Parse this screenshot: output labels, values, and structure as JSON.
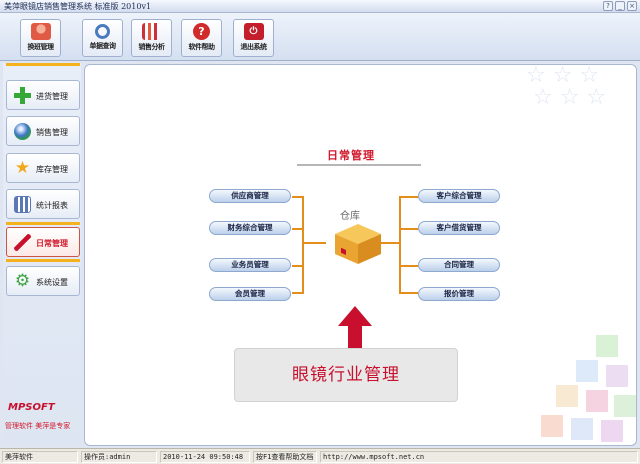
{
  "window": {
    "title": "美萍眼镜店销售管理系统  标准版  2010v1",
    "controls": [
      "?",
      "_",
      "×"
    ]
  },
  "toolbar": {
    "items": [
      {
        "label": "换班管理",
        "icon": "user-switch-icon",
        "color": "#e05a45"
      },
      {
        "label": "单据查询",
        "icon": "magnifier-icon",
        "color": "#4b7bbf"
      },
      {
        "label": "销售分析",
        "icon": "bar-chart-icon",
        "color": "#cf2f3a"
      },
      {
        "label": "软件帮助",
        "icon": "help-icon",
        "color": "#d02a2a"
      },
      {
        "label": "退出系统",
        "icon": "exit-icon",
        "color": "#c41d2b"
      }
    ]
  },
  "sidebar": {
    "items": [
      {
        "label": "进货管理",
        "icon": "plus-icon",
        "color": "#36a837"
      },
      {
        "label": "销售管理",
        "icon": "globe-icon",
        "color": "#3d77c4"
      },
      {
        "label": "库存管理",
        "icon": "star-icon",
        "color": "#f2a81d"
      },
      {
        "label": "统计报表",
        "icon": "report-icon",
        "color": "#5a78b5"
      },
      {
        "label": "日常管理",
        "icon": "broom-icon",
        "color": "#c8102e"
      },
      {
        "label": "系统设置",
        "icon": "gear-icon",
        "color": "#3fa343"
      }
    ],
    "active": "日常管理",
    "logo": "MPSOFT",
    "slogan": "管理软件  美萍是专家"
  },
  "main": {
    "title": "日常管理",
    "center_label": "仓库",
    "left_items": [
      "供应商管理",
      "财务综合管理",
      "业务员管理",
      "会员管理"
    ],
    "right_items": [
      "客户综合管理",
      "客户借货管理",
      "合同管理",
      "报价管理"
    ],
    "banner": "眼镜行业管理",
    "accent": "#d2182b",
    "connector_color": "#e38d1a"
  },
  "status": {
    "software": "美萍软件",
    "operator": "操作员:admin",
    "datetime": "2010-11-24 09:50:48",
    "help": "按F1查看帮助文档",
    "url": "http://www.mpsoft.net.cn"
  }
}
